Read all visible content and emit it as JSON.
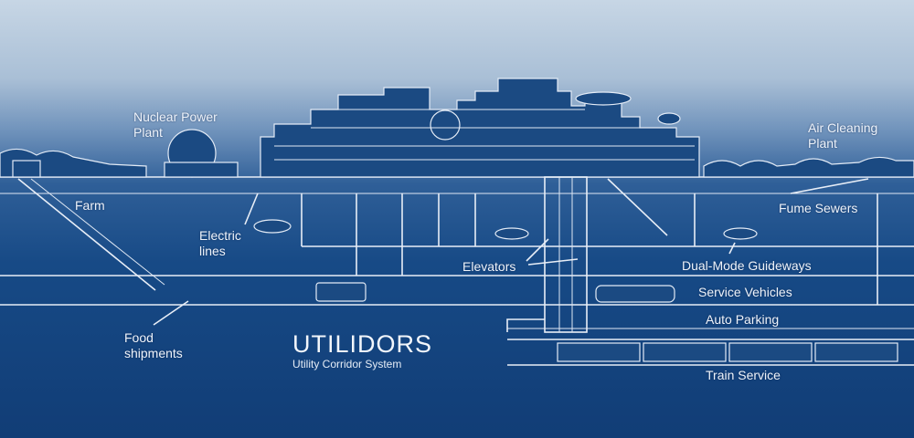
{
  "title": "UTILIDORS",
  "subtitle": "Utility Corridor System",
  "labels": {
    "nuclear": "Nuclear Power\nPlant",
    "air": "Air Cleaning\nPlant",
    "farm": "Farm",
    "fume": "Fume Sewers",
    "electric": "Electric\nlines",
    "elevators": "Elevators",
    "guideways": "Dual-Mode Guideways",
    "service": "Service Vehicles",
    "parking": "Auto Parking",
    "food": "Food\nshipments",
    "train": "Train Service"
  },
  "colors": {
    "sky_top": "#c7d6e5",
    "blueprint": "#174a86",
    "line": "#e8eef7"
  }
}
